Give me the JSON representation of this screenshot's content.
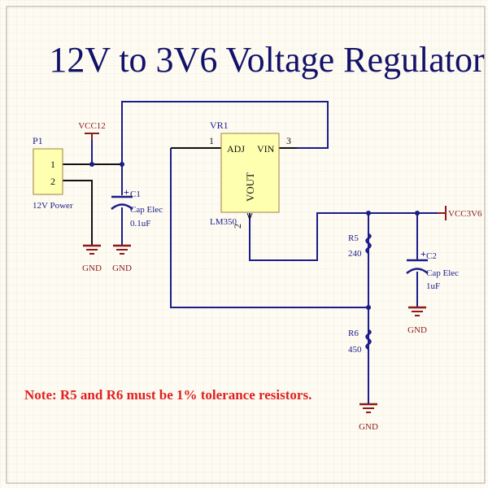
{
  "title": "12V to 3V6 Voltage Regulator",
  "note": "Note: R5 and R6 must be 1% tolerance resistors.",
  "colors": {
    "wire": "#1c1c8c",
    "power": "#8b1a1a",
    "label": "#1c1c8c",
    "component_fill": "#ffffb0",
    "note": "#e02020",
    "title": "#12126a",
    "background": "#fdfbf2"
  },
  "connector": {
    "designator": "P1",
    "comment": "12V Power",
    "pins": [
      "1",
      "2"
    ]
  },
  "regulator": {
    "designator": "VR1",
    "comment": "LM350",
    "pin_adj": "ADJ",
    "pin_vin": "VIN",
    "pin_vout": "VOUT",
    "pin1": "1",
    "pin2": "2",
    "pin3": "3"
  },
  "c1": {
    "designator": "C1",
    "comment": "Cap Elec",
    "value": "0.1uF"
  },
  "c2": {
    "designator": "C2",
    "comment": "Cap Elec",
    "value": "1uF"
  },
  "r5": {
    "designator": "R5",
    "value": "240"
  },
  "r6": {
    "designator": "R6",
    "value": "450"
  },
  "power": {
    "vcc12": "VCC12",
    "vcc3v6": "VCC3V6",
    "gnd": "GND"
  }
}
